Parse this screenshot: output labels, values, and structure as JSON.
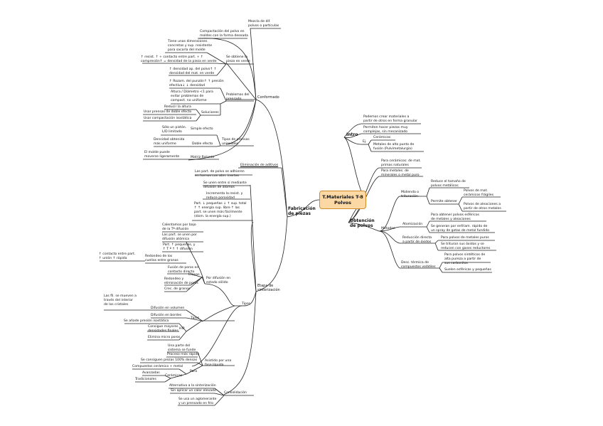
{
  "root": {
    "line1": "T.Materiales T-8",
    "line2": "Polvos"
  },
  "left": {
    "fabricacion": {
      "line1": "Fabricación",
      "line2": "de piezas"
    },
    "conformado": "Conformado",
    "eliminacion": "Eliminación de aditivos",
    "sinterizacion": {
      "line1": "Etapa de",
      "line2": "sinterización"
    },
    "mezcla": {
      "line1": "Mezcla de dif.",
      "line2": "polvos o partículas"
    },
    "compactacion": {
      "line1": "Compactación del polvo en",
      "line2": "moldes con la forma deseada"
    },
    "tiene": {
      "line1": "Tiene unas dimensiones",
      "line2": "concretas y sup. resistente",
      "line3": "para sacarla del molde"
    },
    "obtiene": {
      "line1": "Se obtiene la",
      "line2": "pieza en verde"
    },
    "resist": {
      "line1": "↑ resist. ↑ + contacto entre part. + ↑",
      "line2": "compresión↑ = densidad de la pieza en verde"
    },
    "densidad": {
      "line1": "↑ densidad ap. del polvo↑ ↑",
      "line2": "densidad del mat. en verde"
    },
    "rozamiento": {
      "line1": "↑ Rozam. del punzón↑ ↑ presión",
      "line2": "efectiva↓ ↓ densidad"
    },
    "altura": {
      "line1": "Altura / Diámetro <1 para",
      "line2": "evitar problemas de",
      "line3": "compact. no uniforme"
    },
    "problemas": {
      "line1": "Problemas del",
      "line2": "prensado"
    },
    "reducir": "Reducir la altura",
    "prensas": "Usar prensas de doble efecto",
    "isostatica": "Usar compactación isostática",
    "soluciones": "Soluciones",
    "solo": {
      "line1": "Sólo un pistón.",
      "line2": "L/D limitado"
    },
    "simple": "Simple efecto",
    "densidad_uniforme": {
      "line1": "Densidad obtenida",
      "line2": "más uniforme"
    },
    "doble": "Doble efecto",
    "tipos_prensas": {
      "line1": "Tipos de prensas",
      "line2": "uniaxiales"
    },
    "molde_flotante": {
      "line1": "El molde puede",
      "line2": "moverse ligeramente"
    },
    "matriz": "Matriz flotante",
    "particulas_polvo": {
      "line1": "Las part. de polvo se adhieren",
      "line2": "en hornos con atm. inertes"
    },
    "difusion_atomos": {
      "line1": "Se unen entre sí mediante",
      "line2": "difusión de átomos"
    },
    "incremento": {
      "line1": "Incrementa la resist. y",
      "line2": "reduce porosidad"
    },
    "energia": {
      "line1": "Part. ↓ pequeñas ↓ ↑ sup. total",
      "line2": "↑ ↑ energía sup. libre ↑ las",
      "line3": "part. se unen más fácilmente",
      "line4": "(dism. la energía sup.)"
    },
    "calentamos": {
      "line1": "Calentamos por bajo",
      "line2": "de la Tª difusión"
    },
    "unen_difusion": {
      "line1": "Las part. se unen por",
      "line2": "difusión atómica"
    },
    "pequenas": {
      "line1": "Part. ↑ pequeñas, y",
      "line2": "↑ T ª ↑ ↑ difusión"
    },
    "contacto": {
      "line1": "↑ contacto entre part.",
      "line2": "↑ unión ↑ rápida"
    },
    "redondeo": {
      "line1": "Redondeo de los",
      "line2": "cuellos entre granos"
    },
    "fusion": {
      "line1": "Fusión de poros en",
      "line2": "contacto directo"
    },
    "etapas": "Etapas",
    "redondeo_poros": {
      "line1": "Redondeo y",
      "line2": "eliminación de poros"
    },
    "crec": "Crec. de granos",
    "por_difusion": {
      "line1": "Por difusión en",
      "line2": "estado sólido"
    },
    "tipos": "Tipos",
    "fases": {
      "line1": "Las fil. se mueven a",
      "line2": "través del interior",
      "line3": "de los cristales"
    },
    "volumen": "Difusión en volumen",
    "bordes": "Difusión en bordes",
    "aplica_presion": "Se añade presión isostática",
    "consigue": {
      "line1": "Consigue mayores",
      "line2": "densidades finales"
    },
    "elimina": "Elimina micro poros",
    "hip": "HIP",
    "parte": {
      "line1": "Una parte del",
      "line2": "sistema se funde"
    },
    "proceso": "Proceso más rápido",
    "consiguen": "Se consiguen piezas 100% densas",
    "compuestos": "Compuestos cerámico + metal",
    "asistido": {
      "line1": "Asistido por una",
      "line2": "fase líquida"
    },
    "para": "Para",
    "avanzadas": "Avanzadas",
    "tradicionales": "Tradicionales",
    "ceramicas": "Cerámicas",
    "alternativa": "Alternativa a la sinterización",
    "aplicar": "Sin aplicar un calor elevado",
    "sinterizado": {
      "line1": "Se usa un aglomerante",
      "line2": "y un prensado en frío"
    },
    "consolidacion": "Consolidación"
  },
  "right": {
    "intro": "Intro",
    "obtencion": {
      "line1": "Obtención",
      "line2": "de polvos"
    },
    "podemos": {
      "line1": "Podemos crear materiales a",
      "line2": "partir de otros en forma granular"
    },
    "permiten": {
      "line1": "Permiten hacer piezas muy",
      "line2": "complejas, sin mecanizado"
    },
    "ej": "Ej.",
    "ceramicas": "Cerámicas",
    "metales": {
      "line1": "Metales de alto punto de",
      "line2": "fusión (Pulvimetalurgia)"
    },
    "ceramicos": {
      "line1": "Para cerámicos: de mat.",
      "line2": "primas naturales"
    },
    "metales_para": {
      "line1": "Para metales: de",
      "line2": "minerales o metal puro"
    },
    "molienda": {
      "line1": "Molienda o",
      "line2": "trituración"
    },
    "reduce": {
      "line1": "Reduce el tamaño de",
      "line2": "polvos metálicos"
    },
    "polvo_mec": {
      "line1": "Polvos de mat.",
      "line2": "cerámicos frágiles"
    },
    "permite": "Permite obtener",
    "polvos_aleaciones": {
      "line1": "Polvos de aleaciones a",
      "line2": "partir de otros metales"
    },
    "esfericos": {
      "line1": "Para obtener polvos esféricos",
      "line2": "de metales y aleaciones"
    },
    "atomizacion": "Atomización",
    "generan": {
      "line1": "Se generan por enfriam. rápido de",
      "line2": "un spray de gotas de metal fundido"
    },
    "metodos": "Métodos",
    "reduccion": {
      "line1": "Reducción directa",
      "line2": "a partir de óxidos"
    },
    "polvos_puros": "Para polvos de metales puros",
    "trituran": {
      "line1": "Se trituran sus óxidos y se",
      "line2": "reducen con gases reductores"
    },
    "desc": {
      "line1": "Desc. térmica de",
      "line2": "compuestos volátiles"
    },
    "polvos_sinteticos": {
      "line1": "Para polvos sintéticos de",
      "line2": "alta pureza a partir de",
      "line3": "sus carbonilos"
    },
    "esfericas": "Suelen esféricas y pequeñas"
  }
}
